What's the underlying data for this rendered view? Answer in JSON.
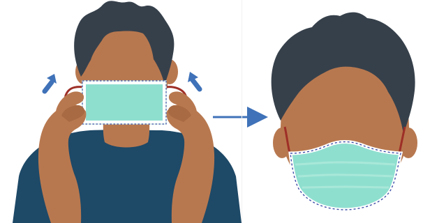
{
  "scene": {
    "type": "instructional-illustration",
    "panels": [
      "put-on-mask",
      "mask-worn"
    ],
    "colors": {
      "skin": "#b8784f",
      "skin_dark": "#a86a43",
      "hair": "#36404b",
      "shirt": "#1e4967",
      "mask": "#8fdfcf",
      "mask_light": "#a8e8d9",
      "mask_trim": "#ffffff",
      "mask_dash": "#3f4fa8",
      "ear_loop": "#9e2f27",
      "arrow": "#3f72b8"
    },
    "icons": [
      "arrow-up-left-icon",
      "arrow-up-right-icon",
      "arrow-right-icon"
    ]
  }
}
